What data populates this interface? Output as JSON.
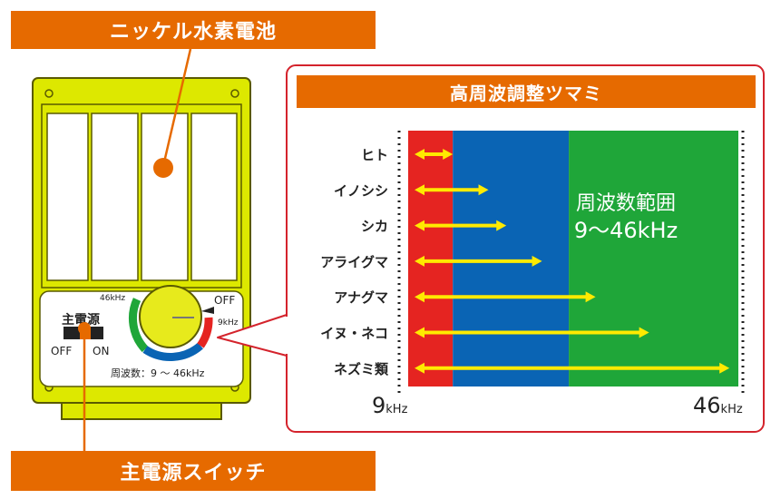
{
  "labels": {
    "battery": "ニッケル水素電池",
    "main_switch": "主電源スイッチ",
    "knob_title": "高周波調整ツマミ"
  },
  "device": {
    "switch_title": "主電源",
    "switch_off": "OFF",
    "switch_on": "ON",
    "dial_max": "46kHz",
    "dial_off": "OFF",
    "dial_min": "9kHz",
    "freq_caption": "周波数：9 ～ 46kHz"
  },
  "chart": {
    "range_line1": "周波数範囲",
    "range_line2": "9～46kHz",
    "axis_min_value": "9",
    "axis_max_value": "46",
    "axis_unit": "kHz"
  },
  "chart_data": {
    "type": "bar",
    "orientation": "horizontal",
    "xlim": [
      9,
      46
    ],
    "xunit": "kHz",
    "bands": [
      {
        "from": 9,
        "to": 14,
        "color": "#e52421"
      },
      {
        "from": 14,
        "to": 27,
        "color": "#0a64b4"
      },
      {
        "from": 27,
        "to": 46,
        "color": "#1fa639"
      }
    ],
    "categories": [
      "ヒト",
      "イノシシ",
      "シカ",
      "アライグマ",
      "アナグマ",
      "イヌ・ネコ",
      "ネズミ類"
    ],
    "values": [
      14,
      18,
      20,
      24,
      30,
      36,
      45
    ],
    "arrow_color": "#ffea00"
  },
  "colors": {
    "accent": "#e66a00",
    "device_body": "#dde800",
    "device_outline": "#5a5a00",
    "callout_border": "#d4232c"
  }
}
